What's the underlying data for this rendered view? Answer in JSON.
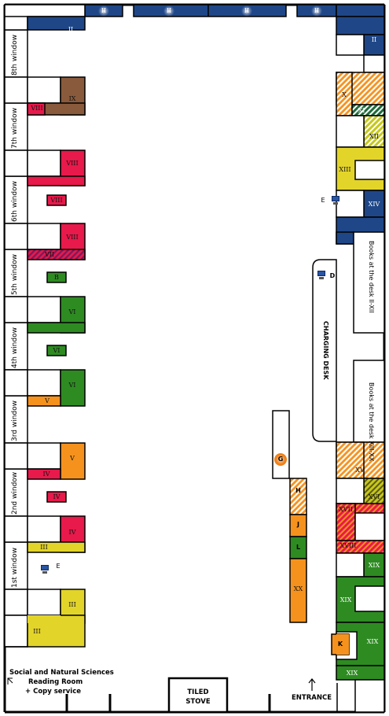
{
  "windows": [
    "8th window",
    "7th window",
    "6th window",
    "5th window",
    "4th window",
    "3rd window",
    "2nd window",
    "1st window"
  ],
  "shelves": {
    "top": [
      "II",
      "II",
      "II",
      "II"
    ],
    "left": [
      "II",
      "VIII",
      "IX",
      "VIII",
      "VIII",
      "VIII",
      "VII",
      "B",
      "VI",
      "VI",
      "VI",
      "V",
      "V",
      "IV",
      "IV",
      "IV",
      "III",
      "III",
      "III"
    ],
    "right": [
      "II",
      "X",
      "XI",
      "XII",
      "XIII",
      "XIV",
      "XV",
      "XVI",
      "XVII",
      "XVIII",
      "XIX",
      "XIX",
      "XIX",
      "XIX"
    ],
    "center": [
      "H",
      "J",
      "L",
      "XX",
      "G",
      "K"
    ]
  },
  "desk": {
    "label": "CHARGING DESK",
    "books_1": "Books at the desk II-XII",
    "books_2": "Books at the desk XIII-XX",
    "computer_d": "D",
    "computer_e1": "E",
    "computer_e2": "E"
  },
  "room_label": [
    "Social and Natural Sciences",
    "Reading Room",
    "+ Copy service"
  ],
  "stove": [
    "TILED",
    "STOVE"
  ],
  "entrance": "ENTRANCE",
  "colors": {
    "navy": "#1f4788",
    "brown": "#8a5a3c",
    "red": "#e8194b",
    "green": "#2e8b22",
    "orange": "#f5921e",
    "yellow": "#e3d42a",
    "olive": "#c6c81a",
    "darkgreen": "#1d6b3a",
    "magenta": "#b0246a"
  }
}
